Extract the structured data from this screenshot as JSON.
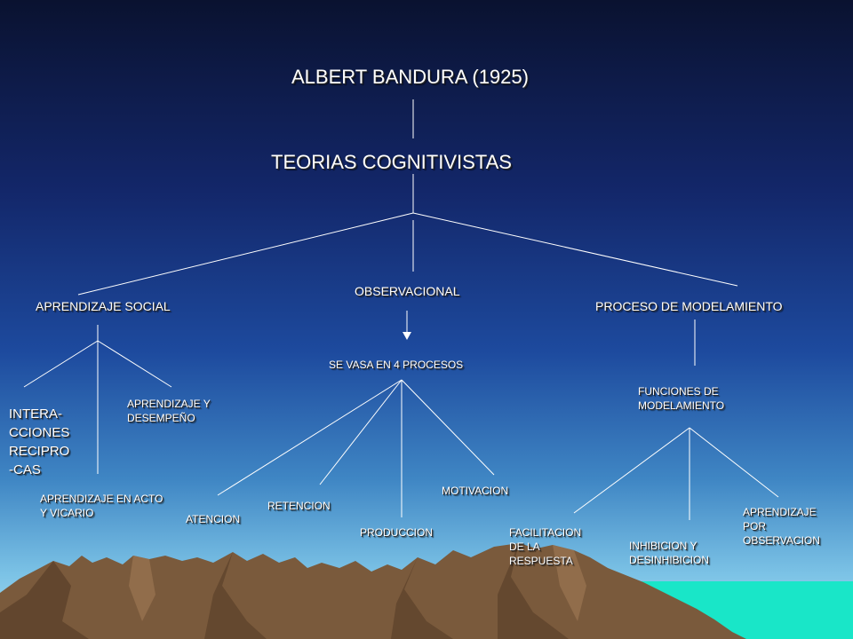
{
  "title": "ALBERT BANDURA (1925)",
  "subtitle": "TEORIAS COGNITIVISTAS",
  "branches": {
    "social": "APRENDIZAJE SOCIAL",
    "observacional": "OBSERVACIONAL",
    "modelamiento": "PROCESO DE MODELAMIENTO"
  },
  "social_children": {
    "interacciones": [
      "INTERA-",
      "CCIONES",
      "RECIPRO",
      "-CAS"
    ],
    "acto_vicario": [
      "APRENDIZAJE EN ACTO",
      "Y VICARIO"
    ],
    "desempeno": [
      "APRENDIZAJE Y",
      "DESEMPEÑO"
    ]
  },
  "observacional_children": {
    "header": "SE VASA EN 4 PROCESOS",
    "atencion": "ATENCION",
    "retencion": "RETENCION",
    "produccion": "PRODUCCION",
    "motivacion": "MOTIVACION"
  },
  "modelamiento_children": {
    "header": [
      "FUNCIONES  DE",
      "MODELAMIENTO"
    ],
    "facilitacion": [
      "FACILITACION",
      "DE LA",
      "RESPUESTA"
    ],
    "inhibicion": [
      "INHIBICION  Y",
      "DESINHIBICION"
    ],
    "observacion": [
      "APRENDIZAJE",
      "POR",
      "OBSERVACION"
    ]
  },
  "colors": {
    "sky_top": "#0a1230",
    "sky_bottom": "#a9dff2",
    "lines": "#ffffff",
    "text": "#ffffff",
    "mountain": "#7a5a3c",
    "sea": "#19e6c8"
  }
}
